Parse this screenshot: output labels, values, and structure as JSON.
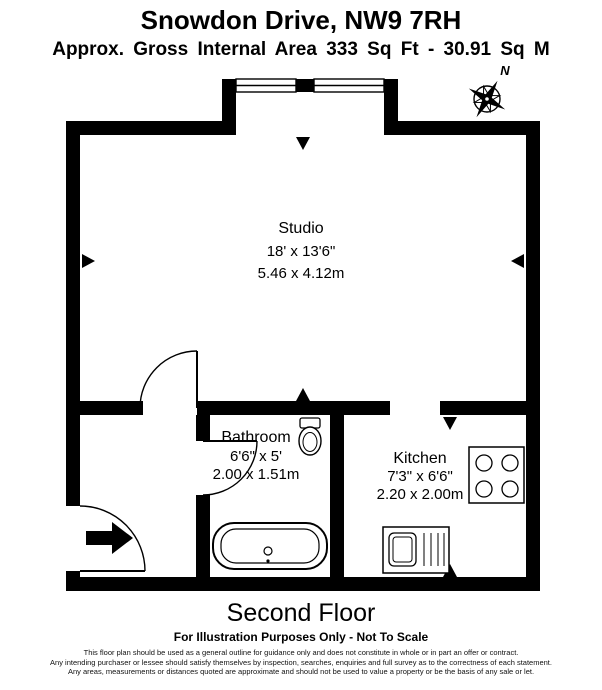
{
  "header": {
    "title": "Snowdon Drive, NW9 7RH",
    "subtitle": "Approx. Gross Internal Area 333 Sq Ft - 30.91 Sq M"
  },
  "floorplan": {
    "compass_label": "N",
    "rooms": {
      "studio": {
        "name": "Studio",
        "dimensions_imperial": "18' x 13'6\"",
        "dimensions_metric": "5.46 x 4.12m"
      },
      "bathroom": {
        "name": "Bathroom",
        "dimensions_imperial": "6'6\" x 5'",
        "dimensions_metric": "2.00 x 1.51m"
      },
      "kitchen": {
        "name": "Kitchen",
        "dimensions_imperial": "7'3\" x 6'6\"",
        "dimensions_metric": "2.20 x 2.00m"
      }
    },
    "symbols": {
      "compass": "compass-rose-icon",
      "entrance": "entrance-arrow-icon",
      "door": "door-swing-arc",
      "window": "window-glazing",
      "marker": "measurement-arrowhead"
    },
    "fixtures": {
      "bathroom": [
        "toilet",
        "bathtub"
      ],
      "kitchen": [
        "four-burner-hob",
        "sink-with-drainer"
      ]
    },
    "colors": {
      "walls": "#000000",
      "background": "#ffffff"
    }
  },
  "footer": {
    "floor_label": "Second Floor",
    "illustration_note": "For Illustration Purposes Only - Not To Scale",
    "disclaimer_lines": [
      "This floor plan should be used as a general outline for guidance only and does not constitute in whole or in part an offer or contract.",
      "Any intending purchaser or lessee should satisfy themselves by inspection, searches, enquiries and full survey as to the correctness of each statement.",
      "Any areas, measurements or distances quoted are approximate and should not be used to value a property or be the basis of any sale or let."
    ]
  }
}
